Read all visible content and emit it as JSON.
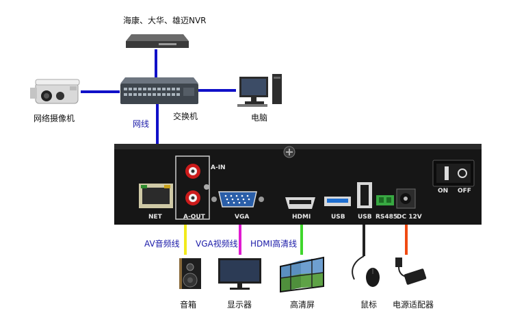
{
  "nvr": {
    "label": "海康、大华、雄迈NVR"
  },
  "camera": {
    "label": "网络摄像机"
  },
  "switch": {
    "label": "交换机"
  },
  "pc": {
    "label": "电脑"
  },
  "network_cable": {
    "label": "网线"
  },
  "panel": {
    "ports": {
      "net": "NET",
      "a_in": "A-IN",
      "a_out": "A-OUT",
      "vga": "VGA",
      "hdmi": "HDMI",
      "usb1": "USB",
      "usb2": "USB",
      "rs485": "RS485",
      "dc": "DC 12V",
      "on": "ON",
      "off": "OFF"
    }
  },
  "cables": {
    "av": {
      "label": "AV音频线",
      "color": "#f2ea1c"
    },
    "vga": {
      "label": "VGA视频线",
      "color": "#e01ad0"
    },
    "hdmi": {
      "label": "HDMI高清线",
      "color": "#3fd62c"
    },
    "usb": {
      "color": "#222222"
    },
    "power": {
      "color": "#f04a12"
    },
    "network": {
      "color": "#1010c8"
    }
  },
  "devices": {
    "speaker": "音箱",
    "monitor": "显示器",
    "video_wall": "高清屏",
    "mouse": "鼠标",
    "adapter": "电源适配器"
  }
}
